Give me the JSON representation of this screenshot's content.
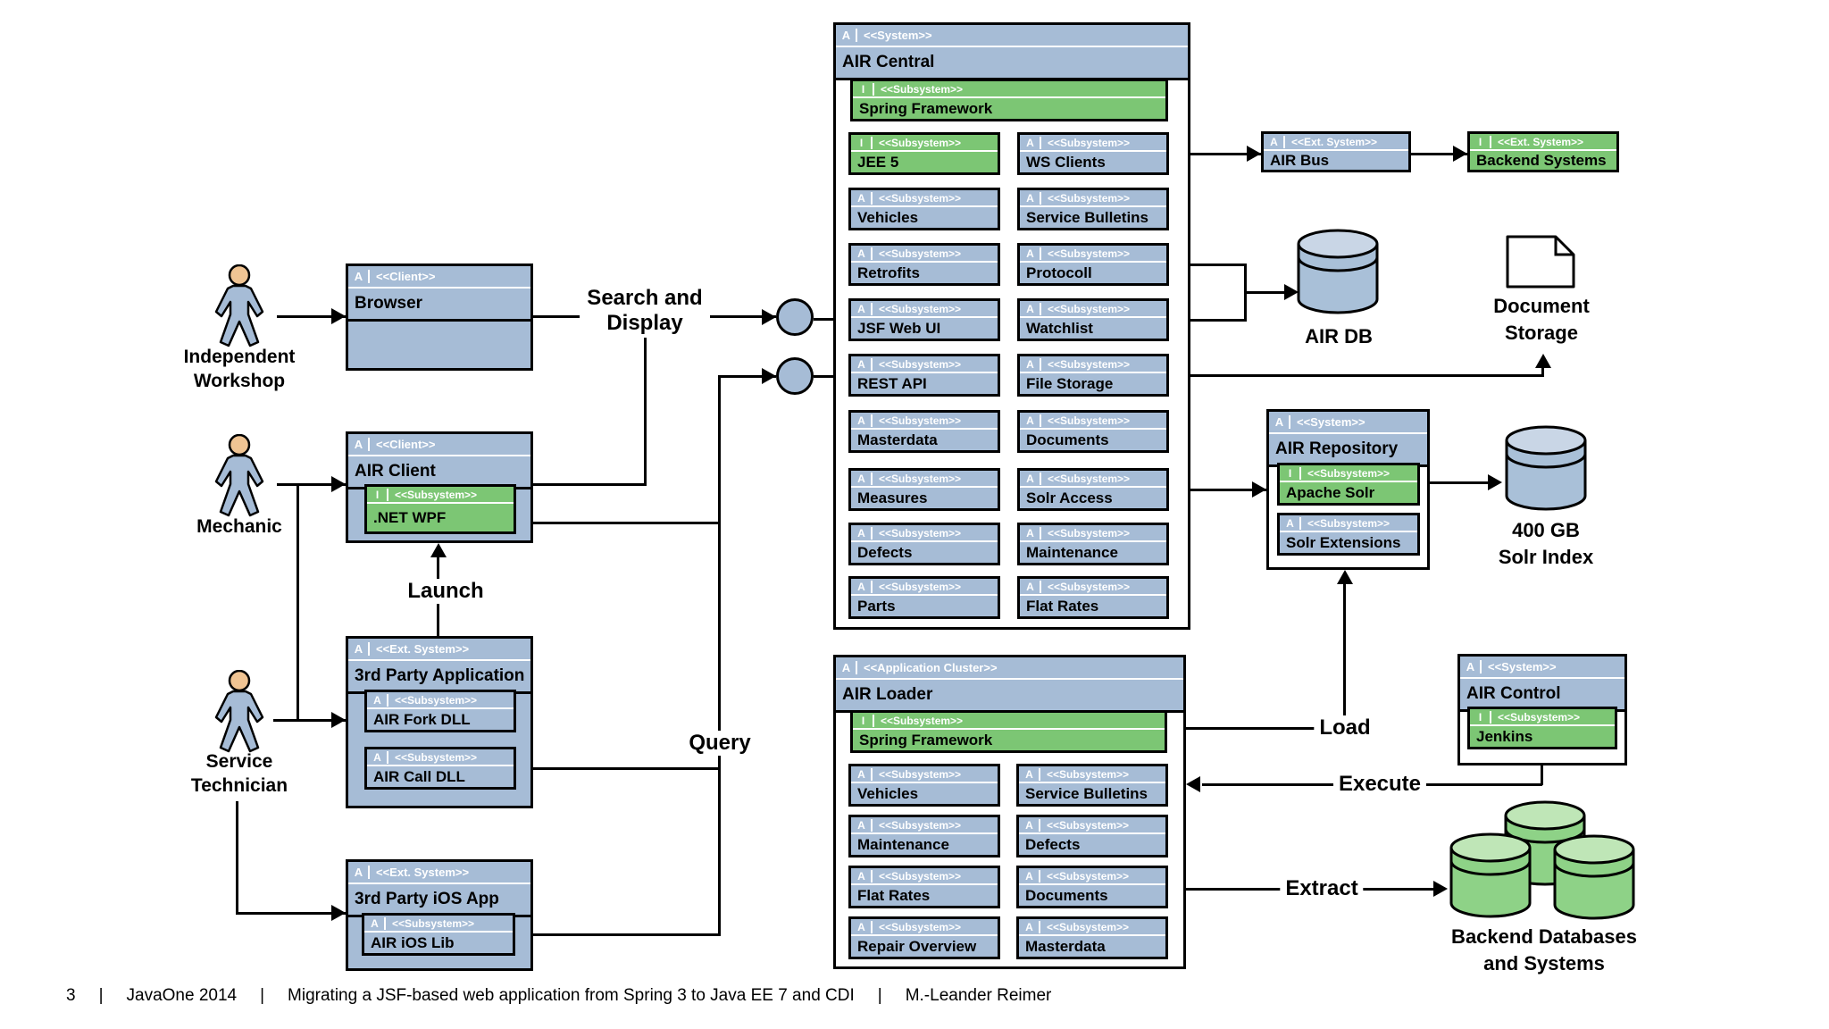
{
  "lt": {
    "a": "A",
    "i": "I"
  },
  "st": {
    "sys": "<<System>>",
    "sub": "<<Subsystem>>",
    "cli": "<<Client>>",
    "ext": "<<Ext. System>>",
    "clu": "<<Application Cluster>>"
  },
  "actors": {
    "a1l1": "Independent",
    "a1l2": "Workshop",
    "a2l1": "Mechanic",
    "a3l1": "Service",
    "a3l2": "Technician"
  },
  "boxes": {
    "browser": "Browser",
    "air_client": "AIR Client",
    "net_wpf": ".NET WPF",
    "tpa": "3rd Party Application",
    "fork": "AIR Fork DLL",
    "call": "AIR Call DLL",
    "ios": "3rd Party iOS App",
    "ioslib": "AIR iOS Lib",
    "central": "AIR Central",
    "spring": "Spring Framework",
    "loader": "AIR Loader",
    "bus": "AIR Bus",
    "backend": "Backend Systems",
    "repo": "AIR Repository",
    "solr": "Apache Solr",
    "solrx": "Solr Extensions",
    "control": "AIR Control",
    "jenkins": "Jenkins"
  },
  "central_left": [
    "JEE 5",
    "Vehicles",
    "Retrofits",
    "JSF Web UI",
    "REST API",
    "Masterdata",
    "Measures",
    "Defects",
    "Parts"
  ],
  "central_right": [
    "WS Clients",
    "Service Bulletins",
    "Protocoll",
    "Watchlist",
    "File Storage",
    "Documents",
    "Solr Access",
    "Maintenance",
    "Flat Rates"
  ],
  "loader_left": [
    "Vehicles",
    "Maintenance",
    "Flat Rates",
    "Repair Overview"
  ],
  "loader_right": [
    "Service Bulletins",
    "Defects",
    "Documents",
    "Masterdata"
  ],
  "stores": {
    "airdb": "AIR DB",
    "doc1": "Document",
    "doc2": "Storage",
    "idx1": "400 GB",
    "idx2": "Solr Index",
    "bdb1": "Backend Databases",
    "bdb2": "and Systems"
  },
  "flows": {
    "sd1": "Search and",
    "sd2": "Display",
    "query": "Query",
    "launch": "Launch",
    "load": "Load",
    "execute": "Execute",
    "extract": "Extract"
  },
  "footer": {
    "page": "3",
    "sep": "|",
    "event": "JavaOne 2014",
    "title": "Migrating a JSF-based web application from Spring 3 to Java EE 7 and CDI",
    "author": "M.-Leander Reimer"
  },
  "colors": {
    "box_blue": "#a6bcd6",
    "box_green": "#7cc674",
    "cylinder_blue": "#a9c0d8",
    "cylinder_blue_top": "#c9d6e6",
    "cylinder_green": "#8ed287",
    "cylinder_green_top": "#bfe6b7",
    "actor_skin": "#f0c493",
    "line": "#000000",
    "background": "#ffffff"
  }
}
